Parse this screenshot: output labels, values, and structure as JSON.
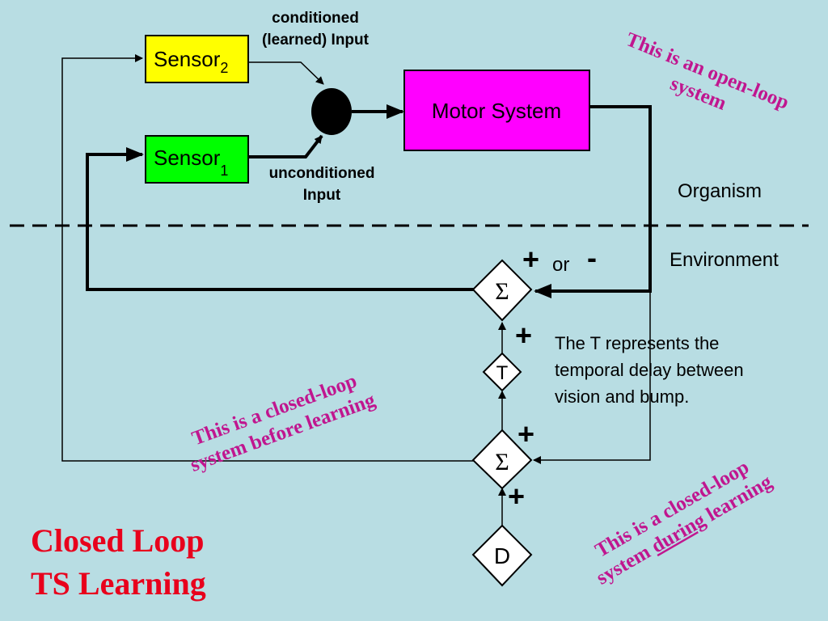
{
  "labels": {
    "conditioned_line1": "conditioned",
    "conditioned_line2": "(learned) Input",
    "unconditioned_line1": "unconditioned",
    "unconditioned_line2": "Input",
    "organism": "Organism",
    "environment": "Environment",
    "or_text": "or"
  },
  "boxes": {
    "sensor2": {
      "text": "Sensor",
      "subscript": "2",
      "color": "#ffff00"
    },
    "sensor1": {
      "text": "Sensor",
      "subscript": "1",
      "color": "#00ff00"
    },
    "motor": {
      "text": "Motor System",
      "color": "#ff00ff"
    }
  },
  "nodes": {
    "sum_top": "Σ",
    "delay_t": "T",
    "sum_bottom": "Σ",
    "d_node": "D"
  },
  "signs": {
    "plus_top_left": "+",
    "minus_top_right": "-",
    "plus_above_t": "+",
    "plus_above_sum2": "+",
    "plus_below_sum2": "+"
  },
  "annotations": {
    "open_loop_line1": "This is an open-loop",
    "open_loop_line2": "system",
    "closed_before_line1": "This is a closed-loop",
    "closed_before_line2": "system before learning",
    "closed_during_line1": "This is a closed-loop",
    "closed_during_pre": "system ",
    "closed_during_underlined": "during",
    "closed_during_post": " learning",
    "t_note_line1": "The T represents the",
    "t_note_line2": "temporal delay between",
    "t_note_line3": "vision and bump."
  },
  "title": {
    "line1": "Closed Loop",
    "line2": "TS Learning"
  },
  "colors": {
    "background": "#b8dde3",
    "annotation_magenta": "#c0168f",
    "title_red": "#e8001c"
  }
}
